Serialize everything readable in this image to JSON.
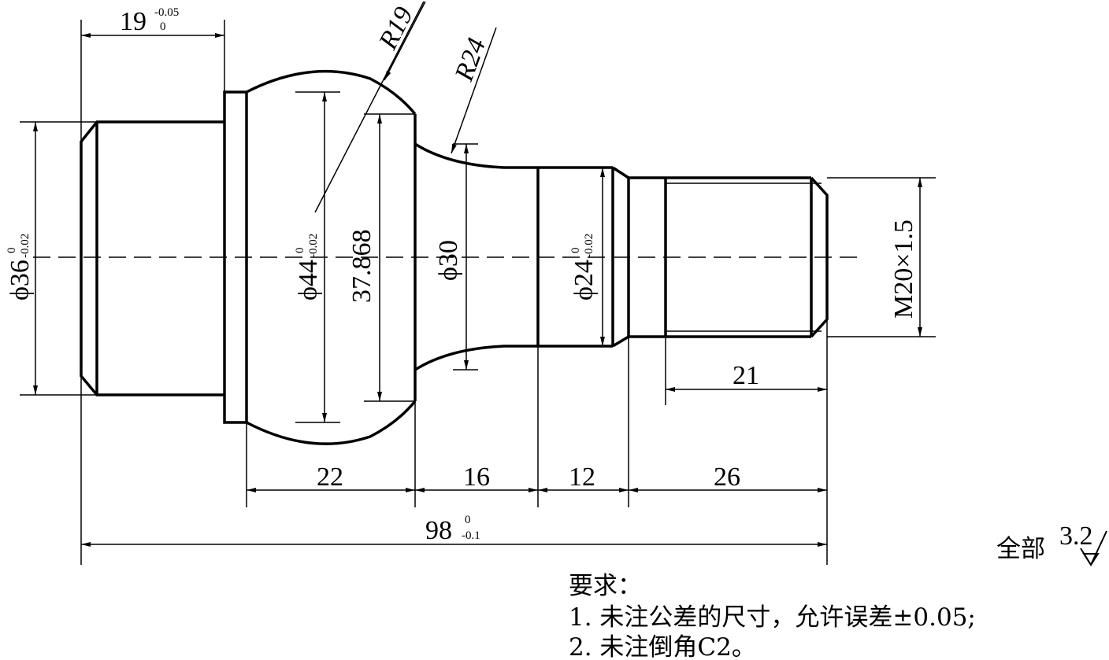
{
  "dimensions": {
    "length_19": {
      "value": "19",
      "upper": "-0.05",
      "lower": "0"
    },
    "radius_19": "R19",
    "radius_24": "R24",
    "dia_36": {
      "value": "ϕ36",
      "upper": "0",
      "lower": "-0.02"
    },
    "dia_44": {
      "value": "ϕ44",
      "upper": "0",
      "lower": "-0.02"
    },
    "chord_37_868": "37.868",
    "dia_30": "ϕ30",
    "dia_24": {
      "value": "ϕ24",
      "upper": "0",
      "lower": "-0.02"
    },
    "thread": "M20×1.5",
    "length_21": "21",
    "length_22": "22",
    "length_16": "16",
    "length_12": "12",
    "length_26": "26",
    "total_98": {
      "value": "98",
      "upper": "0",
      "lower": "-0.1"
    }
  },
  "surface_finish": {
    "label": "全部",
    "value": "3.2"
  },
  "requirements": {
    "title": "要求：",
    "line1": "1. 未注公差的尺寸，允许误差±0.05;",
    "line2": "2. 未注倒角C2。"
  }
}
